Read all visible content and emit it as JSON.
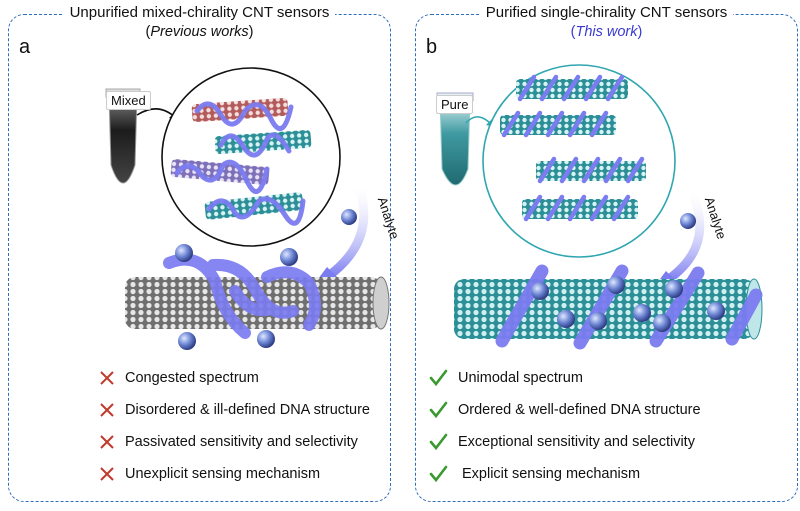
{
  "panel_a": {
    "title": "Unpurified mixed-chirality CNT sensors",
    "subtitle_open": "(",
    "subtitle": "Previous works",
    "subtitle_close": ")",
    "letter": "a",
    "tube_label": "Mixed",
    "arrow_label": "Analyte",
    "items": [
      {
        "mark": "cross-icon",
        "text": "Congested spectrum"
      },
      {
        "mark": "cross-icon",
        "text": "Disordered & ill-defined DNA structure"
      },
      {
        "mark": "cross-icon",
        "text": "Passivated sensitivity and selectivity"
      },
      {
        "mark": "cross-icon",
        "text": "Unexplicit sensing mechanism"
      }
    ]
  },
  "panel_b": {
    "title": "Purified single-chirality CNT sensors",
    "subtitle_open": "(",
    "subtitle": "This work",
    "subtitle_close": ")",
    "letter": "b",
    "tube_label": "Pure",
    "arrow_label": "Analyte",
    "items": [
      {
        "mark": "check-icon",
        "text": "Unimodal spectrum"
      },
      {
        "mark": "check-icon",
        "text": "Ordered & well-defined DNA structure"
      },
      {
        "mark": "check-icon",
        "text": "Exceptional sensitivity and selectivity"
      },
      {
        "mark": "check-icon",
        "text": "Explicit sensing mechanism"
      }
    ]
  },
  "colors": {
    "border": "#2e6db8",
    "cross": "#c0392b",
    "check": "#3a9a2e",
    "dna": "#7b7cf0",
    "cnt_teal": "#2fa6b0",
    "cnt_gray": "#8d8d8d",
    "cnt_red": "#c46b6b",
    "cnt_purple": "#8f7fc9",
    "analyte": "#5a78c9",
    "subtitle_b": "#3a3ad0"
  }
}
